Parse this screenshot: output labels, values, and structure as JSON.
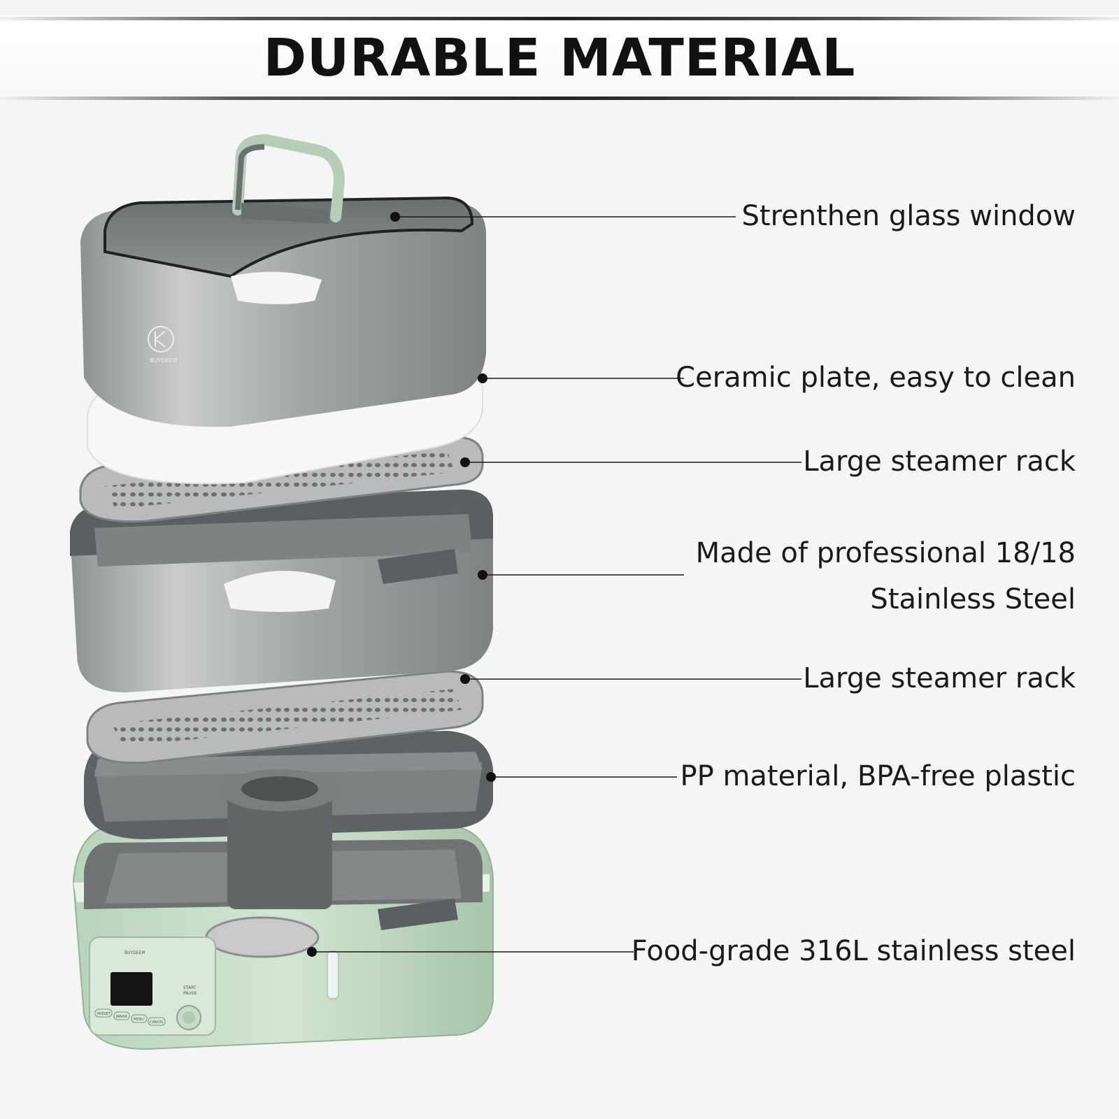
{
  "title": "DURABLE MATERIAL",
  "brand": "BUYDEEM",
  "control_panel": {
    "buttons": [
      "PRESET",
      "WARM",
      "MENU",
      "CANCEL"
    ],
    "start_label": "START",
    "pause_label": "PAUSE"
  },
  "callouts": [
    {
      "line1": "Strenthen glass window"
    },
    {
      "line1": "Ceramic plate, easy to clean"
    },
    {
      "line1": "Large steamer rack"
    },
    {
      "line1": "Made of professional 18/18",
      "line2": "Stainless Steel"
    },
    {
      "line1": "Large steamer rack"
    },
    {
      "line1": "PP material, BPA-free plastic"
    },
    {
      "line1": "Food-grade 316L stainless steel"
    }
  ],
  "colors": {
    "steel": "#a9abac",
    "gasket": "#5c5f61",
    "base_green": "#c5dcc6",
    "ceramic": "#f7f7f5"
  }
}
